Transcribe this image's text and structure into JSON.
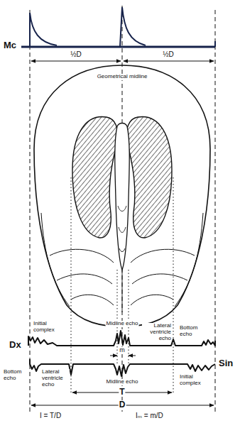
{
  "diagram": {
    "labels": [
      "Mc",
      "½D",
      "½D",
      "Geometrical midline",
      "Midline echo",
      "Lateral ventricle echo",
      "Bottom echo",
      "Dx",
      "Initial complex",
      "m",
      "Sin",
      "Bottom echo",
      "Lateral ventricle echo",
      "Midline echo",
      "Initial complex",
      "T",
      "D",
      "I = T/D",
      "Iₘ = m/D"
    ]
  }
}
